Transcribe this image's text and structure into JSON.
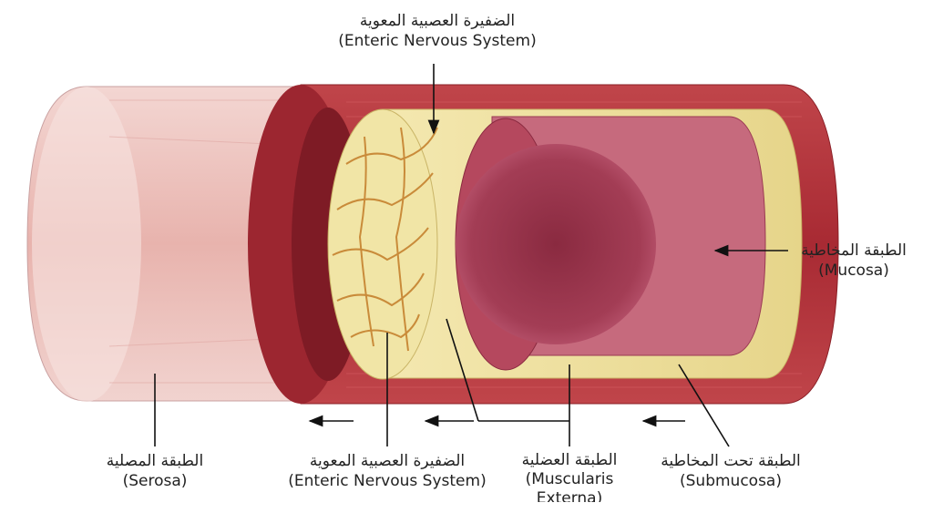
{
  "labels": {
    "enteric_top": {
      "ar": "الضفيرة العصبية المعوية",
      "en": "(Enteric Nervous System)"
    },
    "mucosa": {
      "ar": "الطبقة المخاطية",
      "en": "(Mucosa)"
    },
    "serosa": {
      "ar": "الطبقة المصلية",
      "en": "(Serosa)"
    },
    "enteric_bottom": {
      "ar": "الضفيرة العصبية المعوية",
      "en": "(Enteric Nervous System)"
    },
    "muscularis": {
      "ar": "الطبقة العضلية",
      "en_line1": "(Muscularis",
      "en_line2": "Externa)"
    },
    "submucosa": {
      "ar": "الطبقة تحت المخاطية",
      "en": "(Submucosa)"
    }
  },
  "colors": {
    "serosa": "#ecc4bf",
    "muscle": "#b8343a",
    "muscle_dark": "#8a1f26",
    "submucosa": "#efe2a0",
    "plexus": "#c98b3a",
    "mucosa": "#b5485e",
    "lumen": "#7a2438",
    "text": "#222222"
  }
}
